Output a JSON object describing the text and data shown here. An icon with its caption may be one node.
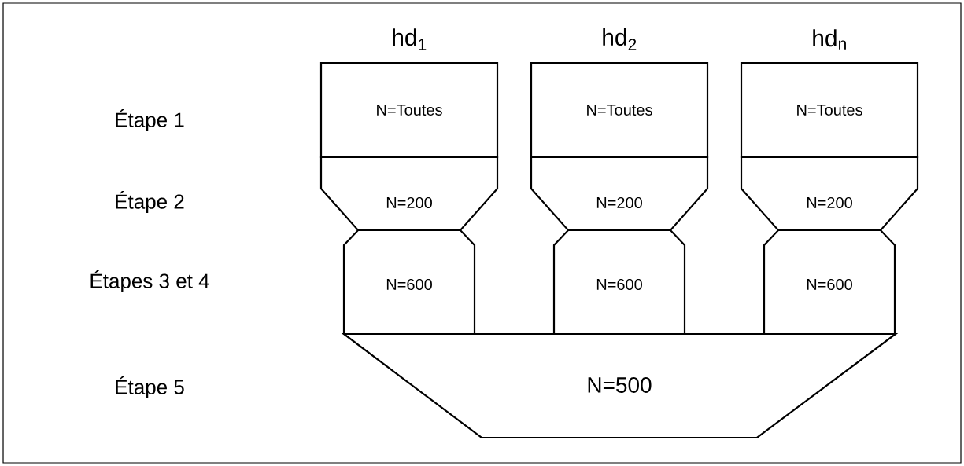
{
  "diagram": {
    "nodes": [
      {
        "text": [
          "hd$_{1}$",
          "N=Toutes"
        ]
      },
      {
        "text": [
          "N=200"
        ]
      },
      {
        "text": [
          "N=600"
        ]
      },
      {
        "text": [
          "hd$_{2}$",
          "N=Toutes"
        ]
      },
      {
        "text": [
          "N=200"
        ]
      },
      {
        "text": [
          "N=600"
        ]
      },
      {
        "text": [
          "hd$_{n}$",
          "N=Toutes"
        ]
      },
      {
        "text": [
          "N=200"
        ]
      },
      {
        "text": [
          "N=600"
        ]
      },
      {
        "text": [
          "N=500"
        ]
      }
    ],
    "labels": [
      "Étape 1",
      "Étape 2",
      "Étapes 3 et 4",
      "Étape 5"
    ]
  }
}
